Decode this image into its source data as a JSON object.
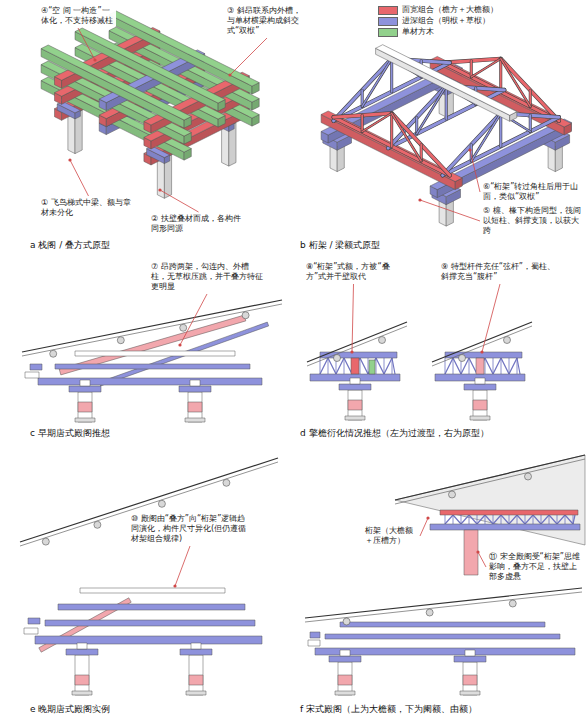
{
  "diagram": {
    "labels": [
      "④“空 间 一构造”一体化，不支持移减柱",
      "③ 斜昂联系内外槽，与单材横梁构成斜交式“双栿”",
      "① 飞鸟梯式中梁、额与章材未分化",
      "② 扶壁叠材而成，各构件同形同源",
      "a 栈阁 / 叠方式原型",
      "⑥“桁架”转过角柱后用于山面，类似“双栿”",
      "⑤ 檩、椽下构造同型，筏间以短柱、斜撑支顶，以获大跨",
      "b 桁架 / 梁额式原型",
      "⑦ 昂跨两架，勾连内、外槽柱，无草栿压跳，并干叠方特征更明显",
      "c 早期唐式殿阁推想",
      "⑧“桁架”式额，方被“叠方”式并干壁取代",
      "⑨ 特型杆件充任“弦杆”，蜀柱、斜撑充当“腹杆”",
      "d 擎檐衍化情况推想（左为过渡型，右为原型）",
      "⑩ 殿阁由“叠方”向“桁架”逻辑趋同演化，构件尺寸异化(但仍遵循材栔组合规律)",
      "e 晚期唐式殿阁实例",
      "桁架（大檐额＋压槽方）",
      "⑪ 宋全殿阁受“桁架”思维影响，叠方不足，扶壁上部多虚悬",
      "f 宋式殿阁（上为大檐额，下为阑额、由额）"
    ],
    "legend": [
      {
        "text": "面宽组合（檐方＋大檐额）",
        "color": "#e8676c"
      },
      {
        "text": "进深组合（明栿＋草栿）",
        "color": "#8e92dc"
      },
      {
        "text": "单材方木",
        "color": "#92d18c"
      }
    ]
  }
}
